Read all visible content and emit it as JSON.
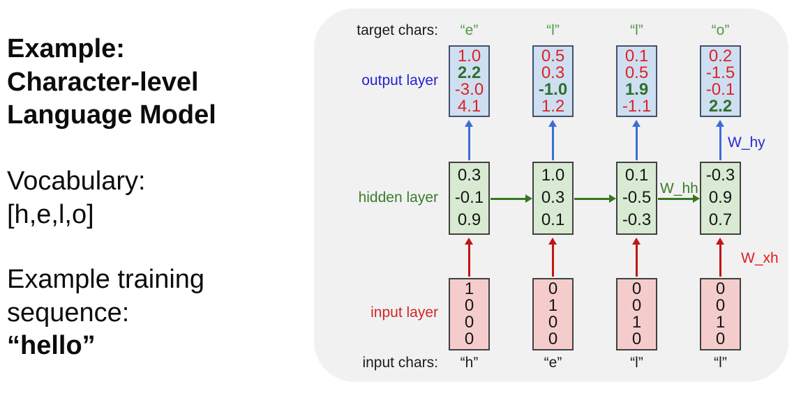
{
  "slide": {
    "title_lines": [
      "Example:",
      "Character-level",
      "Language Model"
    ],
    "vocabulary_lines": [
      "Vocabulary:",
      "[h,e,l,o]"
    ],
    "training_lines": [
      "Example training",
      "sequence:"
    ],
    "training_sequence": "“hello”"
  },
  "diagram": {
    "row_labels": {
      "target_chars": "target chars:",
      "output_layer": "output layer",
      "hidden_layer": "hidden layer",
      "input_layer": "input layer",
      "input_chars": "input chars:"
    },
    "weight_labels": {
      "w_hy": "W_hy",
      "w_hh": "W_hh",
      "w_xh": "W_xh"
    },
    "colors": {
      "panel_bg": "#f1f1f2",
      "output_box_fill": "#cfdff2",
      "hidden_box_fill": "#d9ead3",
      "input_box_fill": "#f5cccc",
      "output_label_blue": "#2323d3",
      "hidden_label_green": "#3a7d27",
      "input_label_red": "#d32525",
      "red_number": "#dd2222",
      "green_number": "#2f7030",
      "blue_arrow": "#3b6fd6",
      "green_arrow": "#35761f",
      "red_arrow": "#c41414"
    },
    "columns": [
      {
        "target_char": "“e”",
        "output": [
          "1.0",
          "2.2",
          "-3.0",
          "4.1"
        ],
        "output_highlight_index": 1,
        "hidden": [
          "0.3",
          "-0.1",
          "0.9"
        ],
        "input": [
          "1",
          "0",
          "0",
          "0"
        ],
        "input_char": "“h”"
      },
      {
        "target_char": "“l”",
        "output": [
          "0.5",
          "0.3",
          "-1.0",
          "1.2"
        ],
        "output_highlight_index": 2,
        "hidden": [
          "1.0",
          "0.3",
          "0.1"
        ],
        "input": [
          "0",
          "1",
          "0",
          "0"
        ],
        "input_char": "“e”"
      },
      {
        "target_char": "“l”",
        "output": [
          "0.1",
          "0.5",
          "1.9",
          "-1.1"
        ],
        "output_highlight_index": 2,
        "hidden": [
          "0.1",
          "-0.5",
          "-0.3"
        ],
        "input": [
          "0",
          "0",
          "1",
          "0"
        ],
        "input_char": "“l”"
      },
      {
        "target_char": "“o”",
        "output": [
          "0.2",
          "-1.5",
          "-0.1",
          "2.2"
        ],
        "output_highlight_index": 3,
        "hidden": [
          "-0.3",
          "0.9",
          "0.7"
        ],
        "input": [
          "0",
          "0",
          "1",
          "0"
        ],
        "input_char": "“l”"
      }
    ]
  }
}
